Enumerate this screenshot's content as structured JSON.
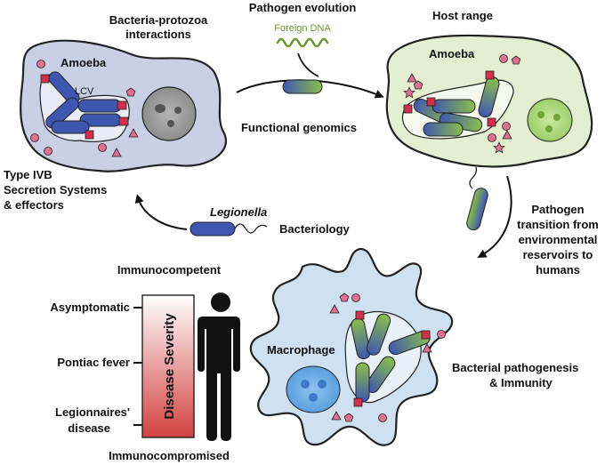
{
  "top": {
    "bacteria_protozoa_line1": "Bacteria-protozoa",
    "bacteria_protozoa_line2": "interactions",
    "pathogen_evolution": "Pathogen evolution",
    "foreign_dna": "Foreign DNA",
    "host_range": "Host range",
    "functional_genomics": "Functional genomics"
  },
  "left_cell": {
    "amoeba": "Amoeba",
    "lcv": "LCV"
  },
  "right_cell": {
    "amoeba": "Amoeba"
  },
  "secretion": {
    "line1": "Type IVB",
    "line2": "Secretion Systems",
    "line3": "& effectors"
  },
  "legionella": {
    "name": "Legionella",
    "bacteriology": "Bacteriology"
  },
  "transition": {
    "line1": "Pathogen",
    "line2": "transition from",
    "line3": "environmental",
    "line4": "reservoirs to",
    "line5": "humans"
  },
  "severity": {
    "immunocompetent": "Immunocompetent",
    "immunocompromised": "Immunocompromised",
    "axis_label": "Disease Severity",
    "levels": [
      "Asymptomatic",
      "Pontiac fever",
      "Legionnaires'",
      "disease"
    ]
  },
  "macrophage": {
    "label": "Macrophage"
  },
  "pathogenesis": {
    "line1": "Bacterial pathogenesis",
    "line2": "& Immunity"
  },
  "colors": {
    "blue_bacterium": "#3f56b0",
    "green_bacterium": "#8bbf4a",
    "amoeba_left_fill": "#c9d0e6",
    "amoeba_right_fill": "#e4efd2",
    "macrophage_fill": "#cfe0f0",
    "effector_pink": "#d9607a",
    "severity_top": "#ffffff",
    "severity_bottom": "#d24040"
  }
}
